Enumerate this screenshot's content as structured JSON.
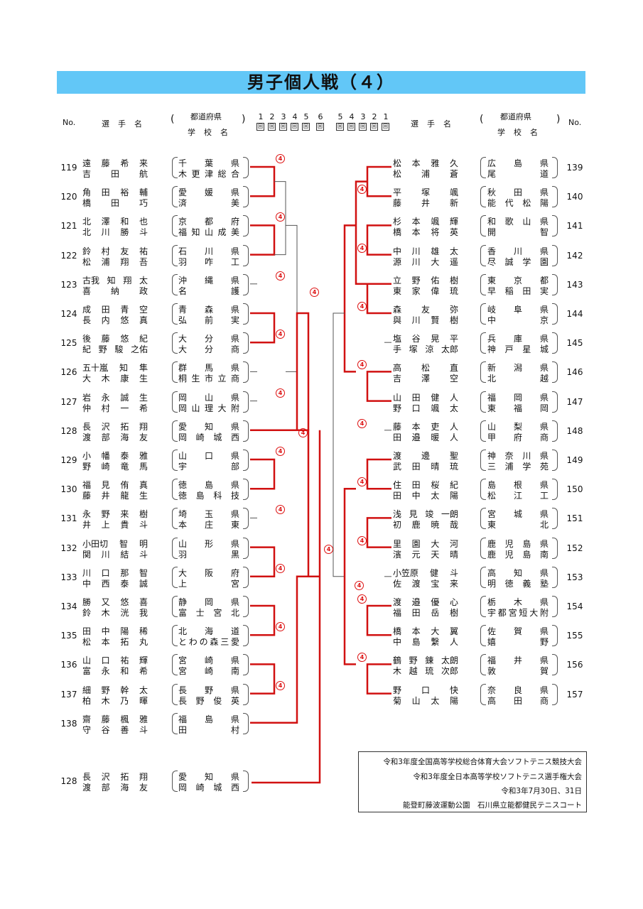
{
  "title": "男子個人戦（４）",
  "header": {
    "no": "No.",
    "player": "選手名",
    "pref": "都道府県",
    "school": "学校名",
    "rounds_left": [
      "1",
      "2",
      "3",
      "4",
      "5",
      "6"
    ],
    "rounds_right": [
      "5",
      "4",
      "3",
      "2",
      "1"
    ],
    "round_box_label": "回"
  },
  "left": [
    {
      "no": "119",
      "p1": [
        "遠",
        "藤",
        "希",
        "来"
      ],
      "p2": [
        "吉",
        "田",
        "航"
      ],
      "s1": "千葉県",
      "s2": "木更津総合"
    },
    {
      "no": "120",
      "p1": [
        "角",
        "田",
        "裕",
        "輔"
      ],
      "p2": [
        "橋",
        "田",
        "巧"
      ],
      "s1": "愛媛県",
      "s2": "済美"
    },
    {
      "no": "121",
      "p1": [
        "北",
        "澤",
        "和",
        "也"
      ],
      "p2": [
        "北",
        "川",
        "勝",
        "斗"
      ],
      "s1": "京都府",
      "s2": "福知山成美"
    },
    {
      "no": "122",
      "p1": [
        "鈴",
        "村",
        "友",
        "祐"
      ],
      "p2": [
        "松",
        "浦",
        "翔",
        "吾"
      ],
      "s1": "石川県",
      "s2": "羽咋工"
    },
    {
      "no": "123",
      "p1": [
        "古我",
        "知",
        "翔",
        "太"
      ],
      "p2": [
        "喜",
        "納",
        "政"
      ],
      "s1": "沖縄県",
      "s2": "名護"
    },
    {
      "no": "124",
      "p1": [
        "成",
        "田",
        "青",
        "空"
      ],
      "p2": [
        "長",
        "内",
        "悠",
        "真"
      ],
      "s1": "青森県",
      "s2": "弘前実"
    },
    {
      "no": "125",
      "p1": [
        "後",
        "藤",
        "悠",
        "紀"
      ],
      "p2": [
        "紀",
        "野",
        "駿",
        "之佑"
      ],
      "s1": "大分県",
      "s2": "大分商"
    },
    {
      "no": "126",
      "p1": [
        "五十嵐",
        "知",
        "隼"
      ],
      "p2": [
        "大",
        "木",
        "康",
        "生"
      ],
      "s1": "群馬県",
      "s2": "桐生市立商"
    },
    {
      "no": "127",
      "p1": [
        "岩",
        "永",
        "誠",
        "生"
      ],
      "p2": [
        "仲",
        "村",
        "一",
        "希"
      ],
      "s1": "岡山県",
      "s2": "岡山理大附"
    },
    {
      "no": "128",
      "p1": [
        "長",
        "沢",
        "拓",
        "翔"
      ],
      "p2": [
        "渡",
        "部",
        "海",
        "友"
      ],
      "s1": "愛知県",
      "s2": "岡崎城西"
    },
    {
      "no": "129",
      "p1": [
        "小",
        "幡",
        "泰",
        "雅"
      ],
      "p2": [
        "野",
        "崎",
        "竜",
        "馬"
      ],
      "s1": "山口県",
      "s2": "宇部"
    },
    {
      "no": "130",
      "p1": [
        "福",
        "見",
        "侑",
        "真"
      ],
      "p2": [
        "藤",
        "井",
        "龍",
        "生"
      ],
      "s1": "徳島県",
      "s2": "徳島科技"
    },
    {
      "no": "131",
      "p1": [
        "永",
        "野",
        "来",
        "樹"
      ],
      "p2": [
        "井",
        "上",
        "貴",
        "斗"
      ],
      "s1": "埼玉県",
      "s2": "本庄東"
    },
    {
      "no": "132",
      "p1": [
        "小田切",
        "智",
        "明"
      ],
      "p2": [
        "関",
        "川",
        "結",
        "斗"
      ],
      "s1": "山形県",
      "s2": "羽黒"
    },
    {
      "no": "133",
      "p1": [
        "川",
        "口",
        "那",
        "智"
      ],
      "p2": [
        "中",
        "西",
        "泰",
        "誠"
      ],
      "s1": "大阪府",
      "s2": "上宮"
    },
    {
      "no": "134",
      "p1": [
        "勝",
        "又",
        "悠",
        "喜"
      ],
      "p2": [
        "鈴",
        "木",
        "洸",
        "我"
      ],
      "s1": "静岡県",
      "s2": "富士宮北"
    },
    {
      "no": "135",
      "p1": [
        "田",
        "中",
        "陽",
        "稀"
      ],
      "p2": [
        "松",
        "本",
        "拓",
        "丸"
      ],
      "s1": "北海道",
      "s2": "とわの森三愛"
    },
    {
      "no": "136",
      "p1": [
        "山",
        "口",
        "祐",
        "輝"
      ],
      "p2": [
        "富",
        "永",
        "和",
        "希"
      ],
      "s1": "宮崎県",
      "s2": "宮崎南"
    },
    {
      "no": "137",
      "p1": [
        "細",
        "野",
        "幹",
        "太"
      ],
      "p2": [
        "柏",
        "木",
        "乃",
        "暉"
      ],
      "s1": "長野県",
      "s2": "長野俊英"
    },
    {
      "no": "138",
      "p1": [
        "齋",
        "藤",
        "楓",
        "雅"
      ],
      "p2": [
        "守",
        "谷",
        "善",
        "斗"
      ],
      "s1": "福島県",
      "s2": "田村"
    }
  ],
  "right": [
    {
      "no": "139",
      "p1": [
        "松",
        "本",
        "雅",
        "久"
      ],
      "p2": [
        "松",
        "浦",
        "蒼"
      ],
      "s1": "広島県",
      "s2": "尾道"
    },
    {
      "no": "140",
      "p1": [
        "平",
        "塚",
        "颯"
      ],
      "p2": [
        "藤",
        "井",
        "新"
      ],
      "s1": "秋田県",
      "s2": "能代松陽"
    },
    {
      "no": "141",
      "p1": [
        "杉",
        "本",
        "颯",
        "輝"
      ],
      "p2": [
        "橋",
        "本",
        "将",
        "英"
      ],
      "s1": "和歌山県",
      "s2": "開智"
    },
    {
      "no": "142",
      "p1": [
        "中",
        "川",
        "雄",
        "太"
      ],
      "p2": [
        "源",
        "川",
        "大",
        "遥"
      ],
      "s1": "香川県",
      "s2": "尽誠学園"
    },
    {
      "no": "143",
      "p1": [
        "立",
        "野",
        "佑",
        "樹"
      ],
      "p2": [
        "東",
        "家",
        "偉",
        "琉"
      ],
      "s1": "東京都",
      "s2": "早稲田実"
    },
    {
      "no": "144",
      "p1": [
        "森",
        "友",
        "弥"
      ],
      "p2": [
        "與",
        "川",
        "賢",
        "樹"
      ],
      "s1": "岐阜県",
      "s2": "中京"
    },
    {
      "no": "145",
      "p1": [
        "塩",
        "谷",
        "晃",
        "平"
      ],
      "p2": [
        "手",
        "塚",
        "涼",
        "太郎"
      ],
      "s1": "兵庫県",
      "s2": "神戸星城"
    },
    {
      "no": "146",
      "p1": [
        "高",
        "松",
        "直"
      ],
      "p2": [
        "吉",
        "澤",
        "空"
      ],
      "s1": "新潟県",
      "s2": "北越"
    },
    {
      "no": "147",
      "p1": [
        "山",
        "田",
        "健",
        "人"
      ],
      "p2": [
        "野",
        "口",
        "颯",
        "太"
      ],
      "s1": "福岡県",
      "s2": "東福岡"
    },
    {
      "no": "148",
      "p1": [
        "藤",
        "本",
        "吏",
        "人"
      ],
      "p2": [
        "田",
        "邉",
        "暖",
        "人"
      ],
      "s1": "山梨県",
      "s2": "甲府商"
    },
    {
      "no": "149",
      "p1": [
        "渡",
        "邊",
        "聖"
      ],
      "p2": [
        "武",
        "田",
        "晴",
        "琉"
      ],
      "s1": "神奈川県",
      "s2": "三浦学苑"
    },
    {
      "no": "150",
      "p1": [
        "住",
        "田",
        "桜",
        "紀"
      ],
      "p2": [
        "田",
        "中",
        "太",
        "陽"
      ],
      "s1": "島根県",
      "s2": "松江工"
    },
    {
      "no": "151",
      "p1": [
        "浅",
        "見",
        "竣",
        "一朗"
      ],
      "p2": [
        "初",
        "鹿",
        "暁",
        "哉"
      ],
      "s1": "宮城県",
      "s2": "東北"
    },
    {
      "no": "152",
      "p1": [
        "里",
        "園",
        "大",
        "河"
      ],
      "p2": [
        "濱",
        "元",
        "天",
        "晴"
      ],
      "s1": "鹿児島県",
      "s2": "鹿児島南"
    },
    {
      "no": "153",
      "p1": [
        "小笠原",
        "健",
        "斗"
      ],
      "p2": [
        "佐",
        "渡",
        "宝",
        "来"
      ],
      "s1": "高知県",
      "s2": "明徳義塾"
    },
    {
      "no": "154",
      "p1": [
        "渡",
        "邉",
        "優",
        "心"
      ],
      "p2": [
        "福",
        "田",
        "岳",
        "樹"
      ],
      "s1": "栃木県",
      "s2": "宇都宮短大附"
    },
    {
      "no": "155",
      "p1": [
        "橋",
        "本",
        "大",
        "翼"
      ],
      "p2": [
        "中",
        "島",
        "繋",
        "人"
      ],
      "s1": "佐賀県",
      "s2": "嬉野"
    },
    {
      "no": "156",
      "p1": [
        "鶴",
        "野",
        "錬",
        "太朗"
      ],
      "p2": [
        "木",
        "越",
        "琉",
        "次郎"
      ],
      "s1": "福井県",
      "s2": "敦賀"
    },
    {
      "no": "157",
      "p1": [
        "野",
        "口",
        "快"
      ],
      "p2": [
        "菊",
        "山",
        "太",
        "陽"
      ],
      "s1": "奈良県",
      "s2": "高田商"
    }
  ],
  "winner": {
    "no": "128",
    "p1": [
      "長",
      "沢",
      "拓",
      "翔"
    ],
    "p2": [
      "渡",
      "部",
      "海",
      "友"
    ],
    "s1": "愛知県",
    "s2": "岡崎城西"
  },
  "info": [
    "令和3年度全国高等学校総合体育大会ソフトテニス競技大会",
    "令和3年度全日本高等学校ソフトテニス選手権大会",
    "令和3年7月30日、31日",
    "能登町藤波運動公園　石川県立能都健民テニスコート"
  ],
  "colors": {
    "title_bg": "#62c7f7",
    "bracket_win": "#d11111",
    "bracket_loss": "#555555"
  }
}
